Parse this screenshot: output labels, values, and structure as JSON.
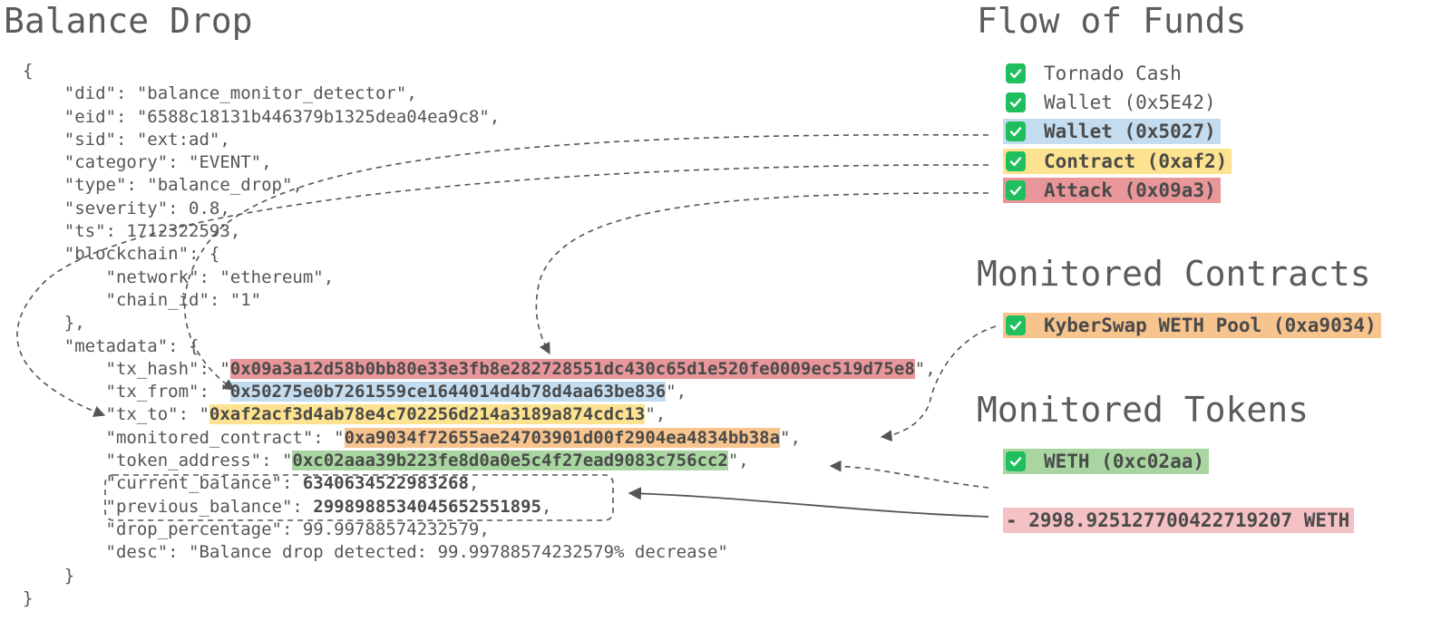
{
  "titles": {
    "balance_drop": "Balance Drop",
    "flow_of_funds": "Flow of Funds",
    "monitored_contracts": "Monitored Contracts",
    "monitored_tokens": "Monitored Tokens"
  },
  "json_event": {
    "did": "balance_monitor_detector",
    "eid": "6588c18131b446379b1325dea04ea9c8",
    "sid": "ext:ad",
    "category": "EVENT",
    "type": "balance_drop",
    "severity": "0.8",
    "ts": "1712322593",
    "network": "ethereum",
    "chain_id": "1",
    "tx_hash": "0x09a3a12d58b0bb80e33e3fb8e282728551dc430c65d1e520fe0009ec519d75e8",
    "tx_from": "0x50275e0b7261559ce1644014d4b78d4aa63be836",
    "tx_to": "0xaf2acf3d4ab78e4c702256d214a3189a874cdc13",
    "monitored_contract": "0xa9034f72655ae24703901d00f2904ea4834bb38a",
    "token_address": "0xc02aaa39b223fe8d0a0e5c4f27ead9083c756cc2",
    "current_balance": "6340634522983268",
    "previous_balance": "2998988534045652551895",
    "drop_percentage": "99.99788574232579",
    "desc": "Balance drop detected: 99.99788574232579% decrease"
  },
  "flow_of_funds": [
    {
      "label": "Tornado Cash",
      "color": "none",
      "bold": false
    },
    {
      "label": "Wallet (0x5E42)",
      "color": "none",
      "bold": false
    },
    {
      "label": "Wallet (0x5027)",
      "color": "#c3dcf0",
      "bold": true
    },
    {
      "label": "Contract (0xaf2)",
      "color": "#fde38f",
      "bold": true
    },
    {
      "label": "Attack (0x09a3)",
      "color": "#e8969a",
      "bold": true
    }
  ],
  "monitored_contracts": [
    {
      "label": "KyberSwap WETH Pool (0xa9034)",
      "color": "#f7c48e",
      "bold": true
    }
  ],
  "monitored_tokens": [
    {
      "label": "WETH (0xc02aa)",
      "color": "#a8d5a0",
      "bold": true
    }
  ],
  "balance_change": {
    "label": "- 2998.925127700422719207 WETH",
    "color": "#f4c1c4"
  },
  "icons": {
    "checkbox": "check-icon",
    "checkbox_color": "#1fbf5e"
  }
}
